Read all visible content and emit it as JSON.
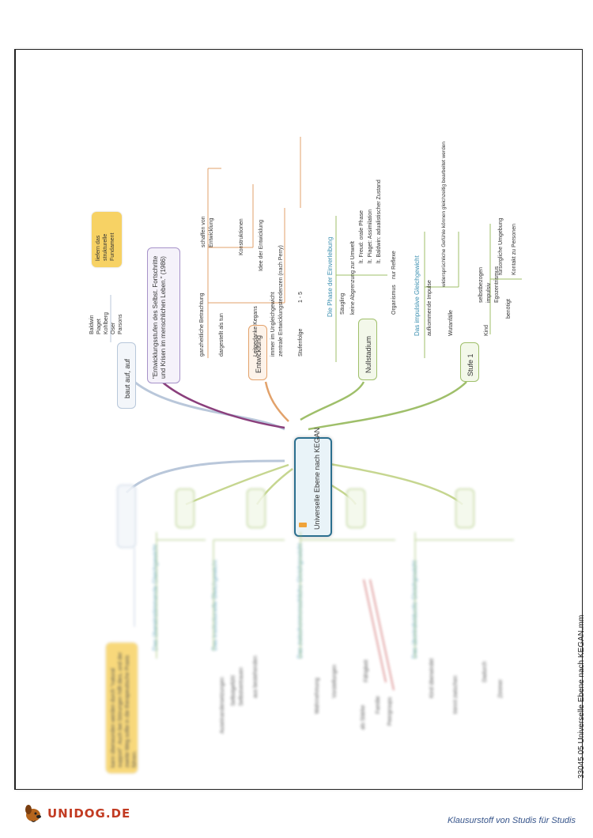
{
  "document": {
    "sidebar_label": "33045 05 Universelle Ebene nach KEGAN.mm",
    "footer": {
      "logo": "UNIDOG.DE",
      "tagline": "Klausurstoff von Studis für Studis"
    }
  },
  "central_node": {
    "label": "Universelle Ebene nach KEGAN"
  },
  "branches": {
    "baut_auf": {
      "label": "baut auf, auf",
      "items": [
        "Baldwin",
        "Piaget",
        "Kohlberg",
        "Oser",
        "Parsons"
      ],
      "note": "liefern das strukturelle Fundament"
    },
    "book": {
      "label": "\"Entwicklungsstufen des Selbst. Fortschritte und Krisen im menschlichen Leben.\" (1986)"
    },
    "entwicklung": {
      "label": "Entwicklung",
      "items": [
        "ganzheitliche Betrachtung",
        "schaffen von",
        "Entwicklung",
        "dargestellt als tun",
        "Konstruktionen",
        "Idee der Entwicklung",
        "Leitgedanke Kegans",
        "immer im Ungleichgewicht",
        "zentrale Entwicklungstendenzen (nach Perry)",
        "Stufenfolge",
        "1 - 5"
      ]
    },
    "nullstadium": {
      "label": "Nullstadium",
      "heading": "Die Phase der Einverleibung",
      "items": [
        "Säugling",
        "keine Abgrenzung zur Umwelt",
        "lt. Freud: orale Phase",
        "lt. Piaget: Assimilation",
        "lt. Baldwin: adualistischer Zustand",
        "Organismus",
        "nur Reflexe"
      ]
    },
    "stufe1": {
      "label": "Stufe 1",
      "heading": "Das impulsive Gleichgewicht",
      "items": [
        "aufkommende Impulse",
        "widersprüchliche Gefühle können gleichzeitig bearbeitet werden",
        "Wutanfälle",
        "Kind",
        "selbstbezogen",
        "impulsiv",
        "Egozentrismus",
        "benötigt",
        "fürsorgliche Umgebung",
        "Kontakt zu Personen"
      ]
    }
  },
  "lower_half": {
    "note": "kann überwunden werden durch \"natural support\". Auch bei Störungen hilft dies, und der zweite Weg sollte in die therapeutische Praxis führen.",
    "headings": [
      "Das übereinstimmende Gleichgewicht",
      "Das institutionelle Gleichgewicht",
      "Das zwischenmenschliche Gleichgewicht",
      "Das überindividuelle Gleichgewicht"
    ],
    "fragments": [
      "Auseinandersetzungen",
      "Selbstgefühl",
      "Selbstvertrauen",
      "aus bestehenden",
      "Wahrnehmung",
      "Vorstellungen",
      "als Stärke",
      "Fähigkeit",
      "Familie",
      "Peergroups",
      "Kind überwindet",
      "trennt zwischen",
      "Dadurch",
      "Zimmer"
    ]
  }
}
